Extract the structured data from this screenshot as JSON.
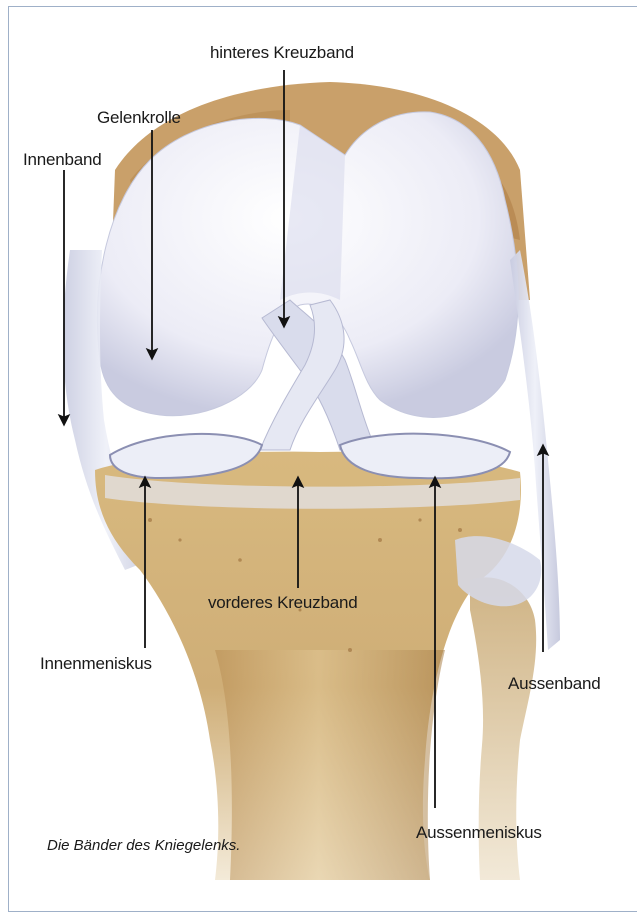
{
  "labels": {
    "posterior_cruciate": "hinteres Kreuzband",
    "condyle": "Gelenkrolle",
    "medial_ligament": "Innenband",
    "anterior_cruciate": "vorderes Kreuzband",
    "medial_meniscus": "Innenmeniskus",
    "lateral_ligament": "Aussenband",
    "lateral_meniscus": "Aussenmeniskus"
  },
  "caption": "Die Bänder des Kniegelenks.",
  "colors": {
    "border": "#9fb0c8",
    "cartilage": "#eeeef8",
    "ligament": "#d6d9ea",
    "bone": "#c9a86e",
    "bone_dark": "#a9804a",
    "text": "#1a1a1a"
  }
}
